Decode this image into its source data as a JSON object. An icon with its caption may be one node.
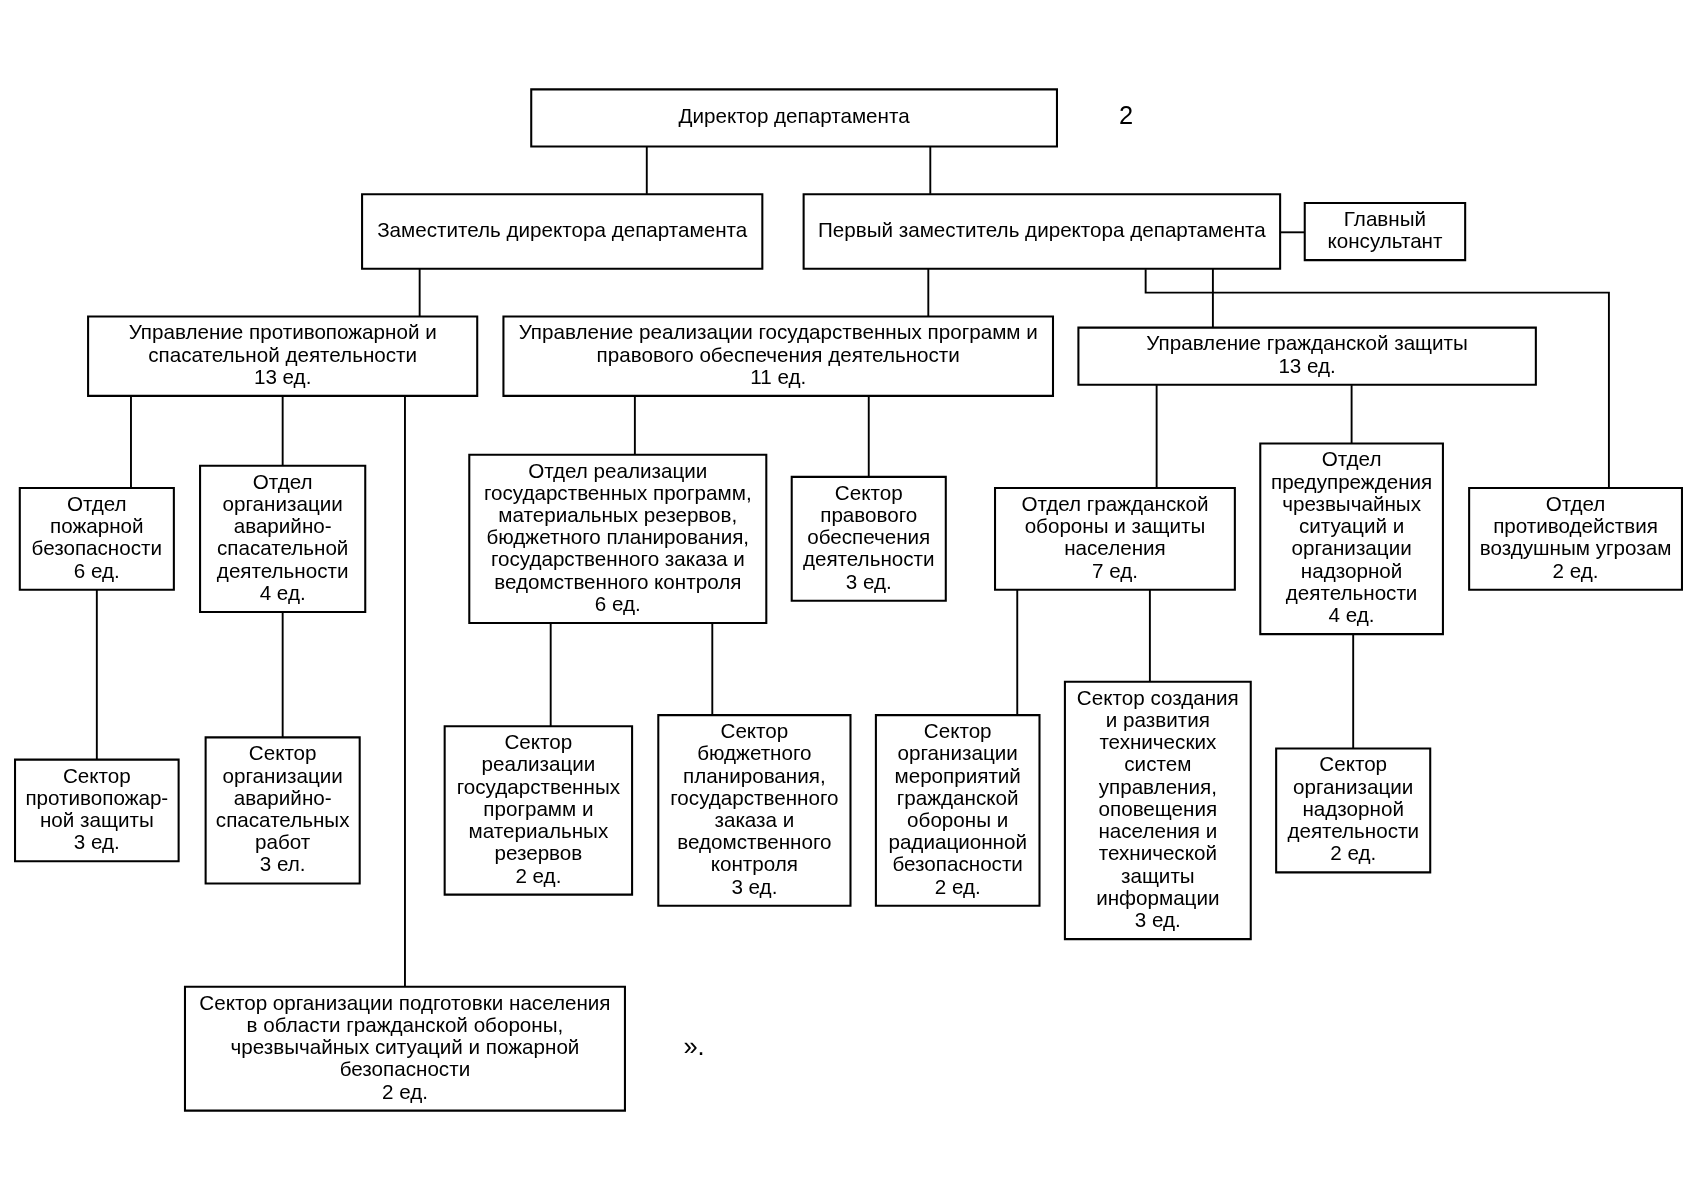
{
  "diagram": {
    "nodes": [
      {
        "text": [
          "Директор департамента"
        ]
      },
      {
        "text": [
          "Заместитель директора департамента"
        ]
      },
      {
        "text": [
          "Первый заместитель директора департамента"
        ]
      },
      {
        "text": [
          "Главный консультант"
        ]
      },
      {
        "text": [
          "Управление противопожарной и спасательной деятельности",
          "13 ед."
        ]
      },
      {
        "text": [
          "Управление реализации государственных программ и правового обеспечения деятельности",
          "11 ед."
        ]
      },
      {
        "text": [
          "Управление гражданской защиты",
          "13 ед."
        ]
      },
      {
        "text": [
          "Отдел пожарной безопасности",
          "6 ед."
        ]
      },
      {
        "text": [
          "Отдел организации аварийно-спасательной деятельности",
          "4 ед."
        ]
      },
      {
        "text": [
          "Отдел реализации государственных программ, материальных резервов, бюджетного планирования, государственного заказа и ведомственного контроля",
          "6 ед."
        ]
      },
      {
        "text": [
          "Сектор правового обеспечения деятельности",
          "3 ед."
        ]
      },
      {
        "text": [
          "Отдел гражданской обороны и защиты населения",
          "7 ед."
        ]
      },
      {
        "text": [
          "Отдел предупреждения чрезвычайных ситуаций и организации надзорной деятельности",
          "4 ед."
        ]
      },
      {
        "text": [
          "Отдел противодействия воздушным угрозам",
          "2 ед."
        ]
      },
      {
        "text": [
          "Сектор противопожар-ной защиты",
          "3 ед."
        ]
      },
      {
        "text": [
          "Сектор организации аварийно-спасательных работ",
          "3 ел."
        ]
      },
      {
        "text": [
          "Сектор реализации государственных программ и материальных резервов",
          "2 ед."
        ]
      },
      {
        "text": [
          "Сектор бюджетного планирования, государственного заказа и ведомственного контроля",
          "3 ед."
        ]
      },
      {
        "text": [
          "Сектор организации мероприятий гражданской обороны и радиационной безопасности",
          "2 ед."
        ]
      },
      {
        "text": [
          "Сектор создания и развития технических систем управления, оповещения населения и технической защиты информации",
          "3 ед."
        ]
      },
      {
        "text": [
          "Сектор организации надзорной деятельности",
          "2 ед."
        ]
      },
      {
        "text": [
          "Сектор организации подготовки населения в области гражданской обороны, чрезвычайных ситуаций и пожарной безопасности",
          "2 ед."
        ]
      }
    ],
    "edges": [
      {
        "from": 0,
        "to": 1,
        "arrow": "none"
      },
      {
        "from": 0,
        "to": 2,
        "arrow": "none"
      },
      {
        "from": 2,
        "to": 3,
        "arrow": "none"
      },
      {
        "from": 1,
        "to": 4,
        "arrow": "none"
      },
      {
        "from": 2,
        "to": 5,
        "arrow": "none"
      },
      {
        "from": 2,
        "to": 6,
        "arrow": "none"
      },
      {
        "from": 2,
        "to": 13,
        "arrow": "none"
      },
      {
        "from": 4,
        "to": 7,
        "arrow": "none"
      },
      {
        "from": 4,
        "to": 21,
        "arrow": "none"
      },
      {
        "from": 4,
        "to": 8,
        "arrow": "none"
      },
      {
        "from": 5,
        "to": 9,
        "arrow": "none"
      },
      {
        "from": 5,
        "to": 10,
        "arrow": "none"
      },
      {
        "from": 6,
        "to": 11,
        "arrow": "none"
      },
      {
        "from": 6,
        "to": 12,
        "arrow": "none"
      },
      {
        "from": 7,
        "to": 14,
        "arrow": "none"
      },
      {
        "from": 8,
        "to": 15,
        "arrow": "none"
      },
      {
        "from": 9,
        "to": 16,
        "arrow": "none"
      },
      {
        "from": 9,
        "to": 17,
        "arrow": "none"
      },
      {
        "from": 11,
        "to": 18,
        "arrow": "none"
      },
      {
        "from": 11,
        "to": 19,
        "arrow": "none"
      },
      {
        "from": 12,
        "to": 20,
        "arrow": "none"
      }
    ],
    "labels": [
      "2",
      "»."
    ]
  }
}
